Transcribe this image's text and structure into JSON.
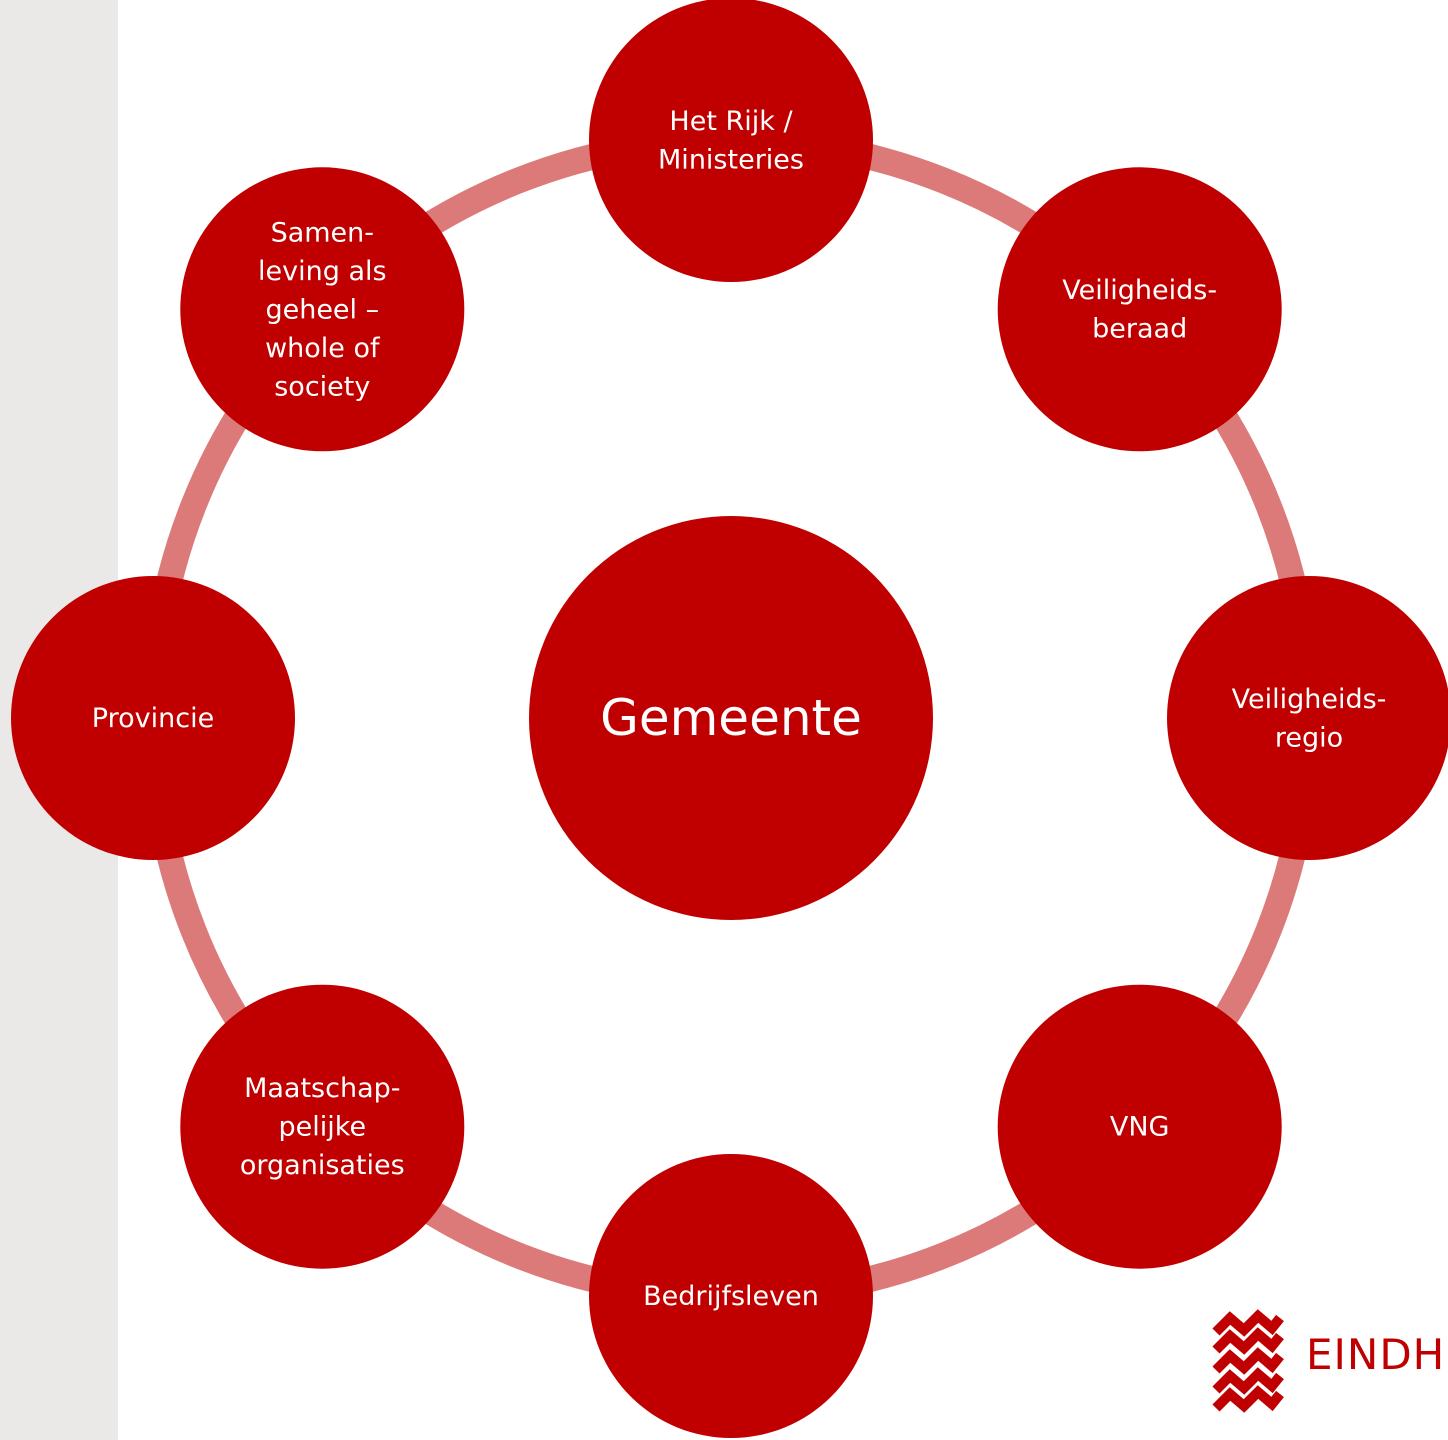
{
  "diagram": {
    "center": {
      "label": "Gemeente"
    },
    "nodes": [
      {
        "id": "rijk",
        "lines": [
          "Het Rijk /",
          "Ministeries"
        ]
      },
      {
        "id": "veiligheidsberaad",
        "lines": [
          "Veiligheids-",
          "beraad"
        ]
      },
      {
        "id": "veiligheidsregio",
        "lines": [
          "Veiligheids-",
          "regio"
        ]
      },
      {
        "id": "vng",
        "lines": [
          "VNG"
        ]
      },
      {
        "id": "bedrijfsleven",
        "lines": [
          "Bedrijfsleven"
        ]
      },
      {
        "id": "maatschappelijke-organisaties",
        "lines": [
          "Maatschap-",
          "pelijke",
          "organisaties"
        ]
      },
      {
        "id": "provincie",
        "lines": [
          "Provincie"
        ]
      },
      {
        "id": "samenleving",
        "lines": [
          "Samen-",
          "leving als",
          "geheel –",
          "whole of",
          "society"
        ]
      }
    ],
    "colors": {
      "node": "#c00000",
      "ring": "#dc7a79",
      "text": "#ffffff",
      "sidebar": "#ebe9e8"
    }
  },
  "logo": {
    "text": "EINDH",
    "icon": "eindhoven-wave-logo-icon"
  }
}
